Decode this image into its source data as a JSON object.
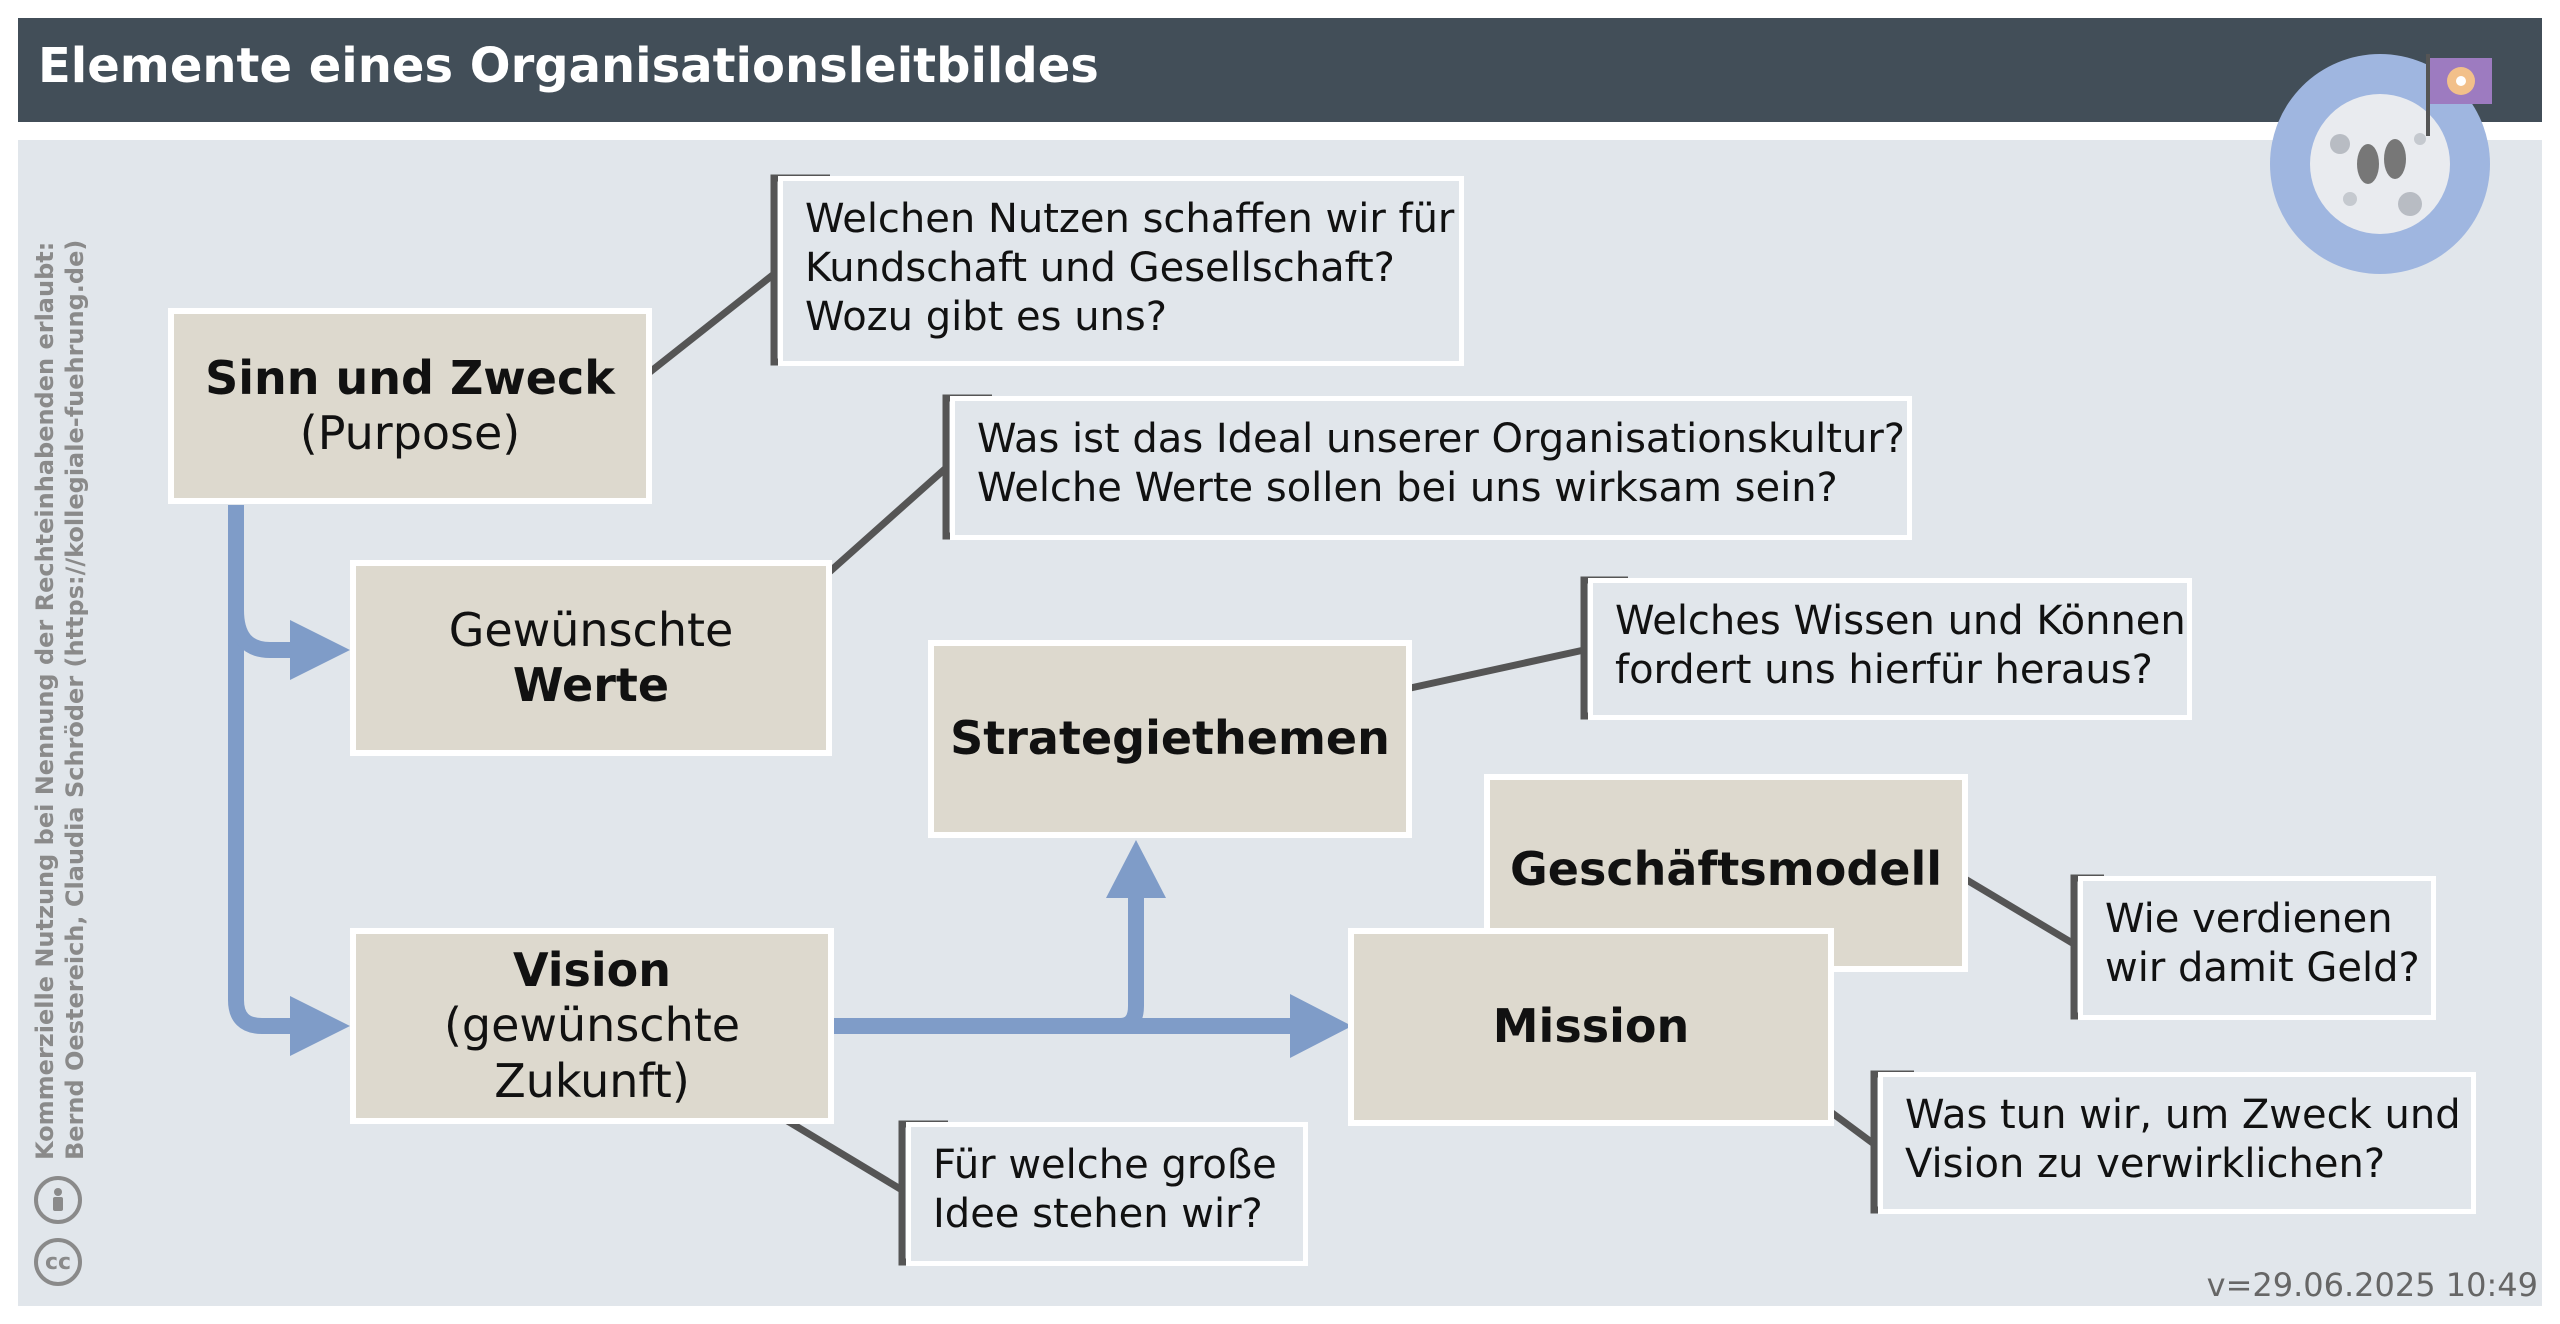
{
  "title": "Elemente eines Organisationsleitbildes",
  "boxes": {
    "sinn": {
      "strong": "Sinn und Zweck",
      "normal": "(Purpose)"
    },
    "werte": {
      "normal": "Gewünschte",
      "strong": "Werte"
    },
    "vision": {
      "strong": "Vision",
      "normal": "(gewünschte Zukunft)"
    },
    "strategie": {
      "strong": "Strategiethemen"
    },
    "geschaeft": {
      "strong": "Geschäftsmodell"
    },
    "mission": {
      "strong": "Mission"
    }
  },
  "questions": {
    "sinn": [
      "Welchen Nutzen schaffen wir für",
      "Kundschaft und Gesellschaft?",
      "Wozu gibt es uns?"
    ],
    "werte": [
      "Was ist das Ideal unserer Organisationskultur?",
      "Welche Werte sollen bei uns wirksam sein?"
    ],
    "strategie": [
      "Welches Wissen und Können",
      "fordert uns hierfür heraus?"
    ],
    "geschaeft": [
      "Wie verdienen",
      "wir damit Geld?"
    ],
    "mission": [
      "Was tun wir, um Zweck und",
      "Vision zu verwirklichen?"
    ],
    "vision": [
      "Für welche große",
      "Idee stehen wir?"
    ]
  },
  "license": {
    "line1": "Kommerzielle Nutzung bei Nennung der Rechteinhabenden erlaubt:",
    "line2": "Bernd Oestereich, Claudia Schröder (https://kollegiale-fuehrung.de)",
    "cc_label": "cc"
  },
  "version": "v=29.06.2025 10:49",
  "colors": {
    "header": "#424e58",
    "canvas": "#e1e6eb",
    "box": "#ddd9ce",
    "arrow": "#7f9cc8",
    "connector": "#555555",
    "logo_ring": "#9fb6e0"
  },
  "icons": {
    "logo": "moon-footprint-flag-icon",
    "by": "person-icon"
  }
}
